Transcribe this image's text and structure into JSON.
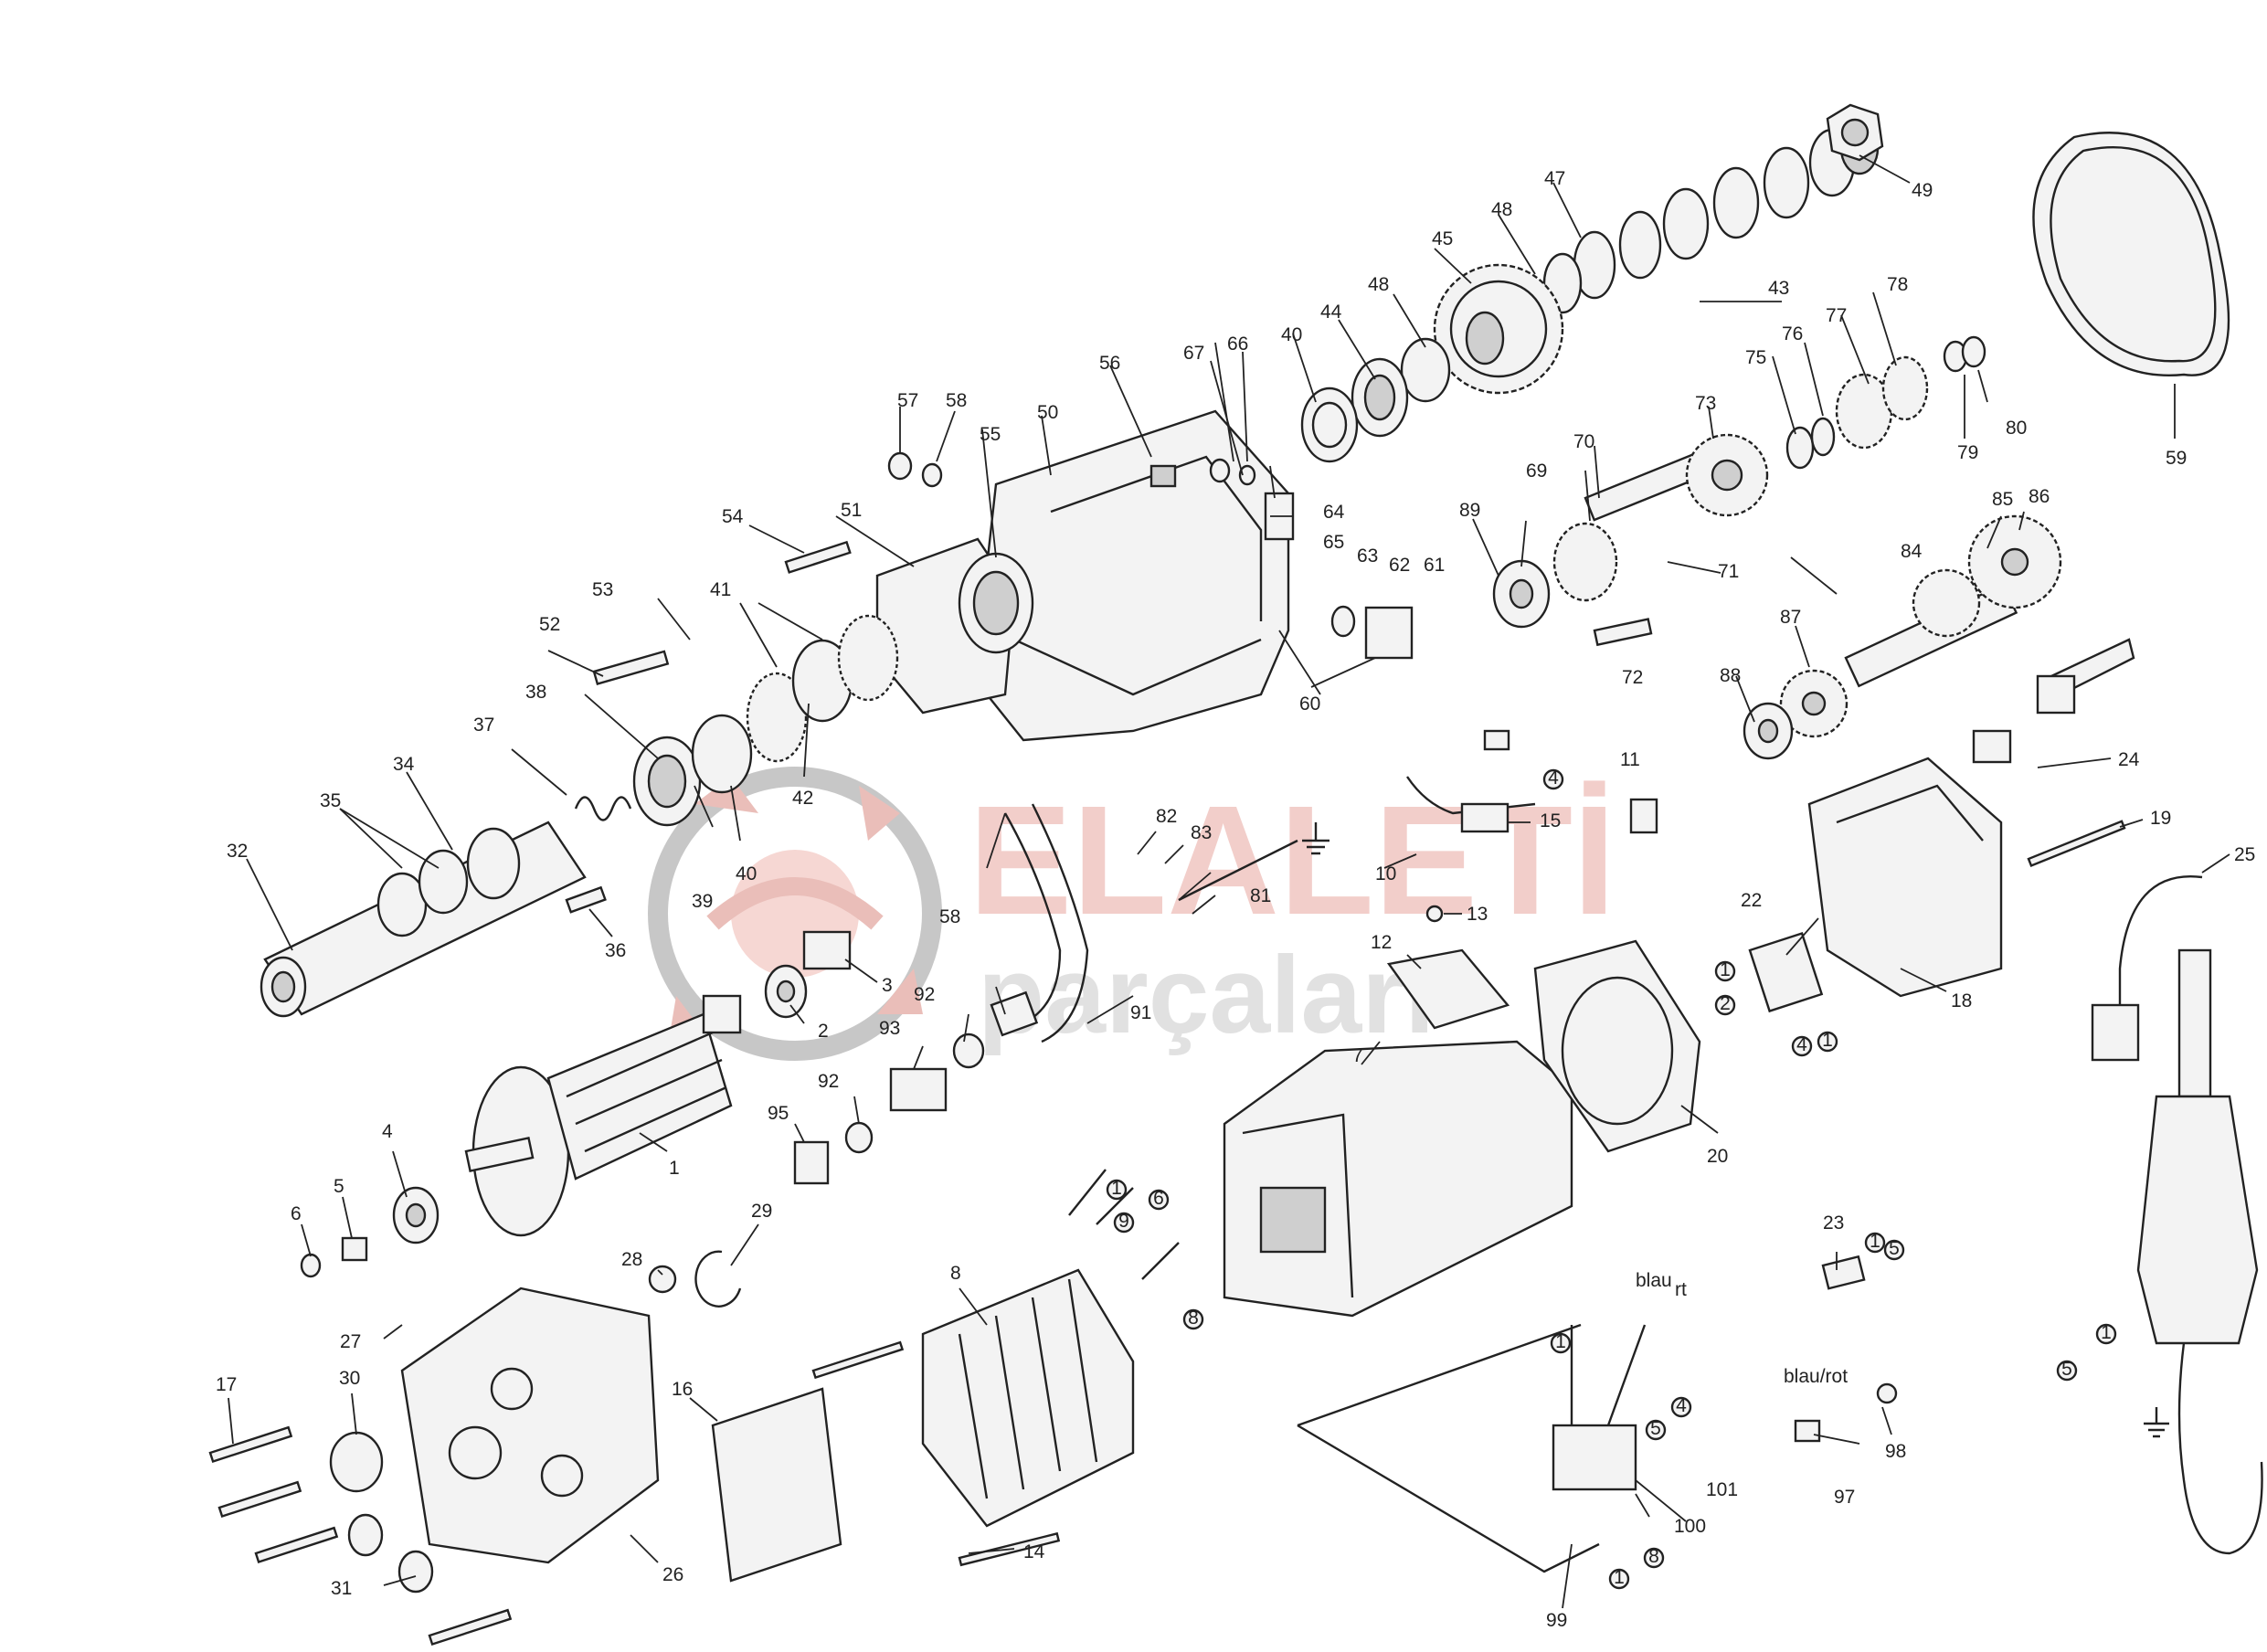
{
  "watermark": {
    "line1": "ELALETİ",
    "line2": "parçaları",
    "color": "#e8a7a0",
    "gear_color": "#9a9a9a"
  },
  "callouts": [
    "1",
    "2",
    "3",
    "4",
    "5",
    "6",
    "7",
    "8",
    "10",
    "11",
    "12",
    "13",
    "14",
    "15",
    "16",
    "17",
    "18",
    "19",
    "20",
    "22",
    "23",
    "24",
    "25",
    "26",
    "27",
    "28",
    "29",
    "30",
    "31",
    "32",
    "34",
    "35",
    "36",
    "37",
    "38",
    "39",
    "40",
    "40",
    "41",
    "42",
    "43",
    "44",
    "45",
    "47",
    "48",
    "48",
    "49",
    "50",
    "51",
    "52",
    "53",
    "54",
    "55",
    "56",
    "57",
    "58",
    "58",
    "59",
    "60",
    "61",
    "62",
    "63",
    "64",
    "65",
    "66",
    "67",
    "69",
    "70",
    "71",
    "72",
    "73",
    "75",
    "76",
    "77",
    "78",
    "79",
    "80",
    "81",
    "82",
    "83",
    "84",
    "85",
    "86",
    "87",
    "88",
    "89",
    "91",
    "92",
    "92",
    "93",
    "95",
    "97",
    "98",
    "99",
    "100",
    "101"
  ],
  "wire_labels": {
    "blau": "blau",
    "rt": "rt",
    "blau_rot": "blau/rot"
  },
  "terminal_marks": [
    "1",
    "2",
    "4",
    "5",
    "6",
    "8",
    "9"
  ],
  "colors": {
    "line": "#222222",
    "background": "#ffffff"
  }
}
